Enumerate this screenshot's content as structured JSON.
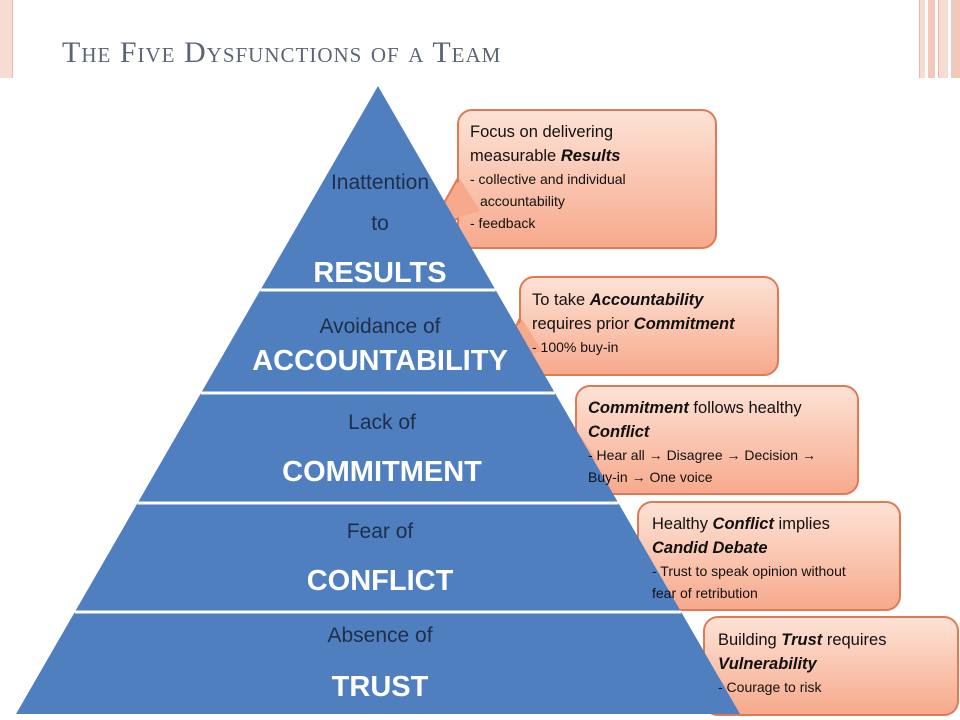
{
  "slide": {
    "title": "The Five Dysfunctions of a Team"
  },
  "colors": {
    "pyramid_fill": "#4f7fbf",
    "pyramid_divider": "#ffffff",
    "callout_fill_top": "#fde3d6",
    "callout_fill_bottom": "#f7a98c",
    "callout_border": "#e07a54",
    "title_color": "#5b6577",
    "deco_light": "#f6dcd2",
    "deco_dark": "#e9b8a6"
  },
  "pyramid": {
    "tiers": [
      {
        "line1": "Inattention",
        "line1b": "to",
        "line2": "RESULTS"
      },
      {
        "line1": "Avoidance of",
        "line2": "ACCOUNTABILITY"
      },
      {
        "line1": "Lack of",
        "line2": "COMMITMENT"
      },
      {
        "line1": "Fear of",
        "line2": "CONFLICT"
      },
      {
        "line1": "Absence of",
        "line2": "TRUST"
      }
    ]
  },
  "callouts": [
    {
      "main": [
        {
          "before": "Focus on  delivering",
          "em": "",
          "after": ""
        },
        {
          "before": "measurable ",
          "em": "Results",
          "after": ""
        }
      ],
      "sub": [
        "- collective and individual",
        "  accountability",
        "- feedback"
      ]
    },
    {
      "main": [
        {
          "before": "To take ",
          "em": "Accountability",
          "after": ""
        },
        {
          "before": "requires prior ",
          "em": "Commitment",
          "after": ""
        }
      ],
      "sub": [
        "- 100% buy-in"
      ]
    },
    {
      "main": [
        {
          "before": "",
          "em": "Commitment",
          "after": " follows healthy"
        },
        {
          "before": "",
          "em": "Conflict",
          "after": ""
        }
      ],
      "sub": [
        "- Hear all  → Disagree → Decision →",
        "Buy-in  → One voice"
      ]
    },
    {
      "main": [
        {
          "before": "Healthy ",
          "em": "Conflict",
          "after": " implies"
        },
        {
          "before": "",
          "em": "Candid Debate",
          "after": ""
        }
      ],
      "sub": [
        "- Trust to speak opinion without",
        "fear of retribution"
      ]
    },
    {
      "main": [
        {
          "before": "Building ",
          "em": "Trust",
          "after": " requires"
        },
        {
          "before": "",
          "em": "Vulnerability",
          "after": ""
        }
      ],
      "sub": [
        "- Courage to risk"
      ]
    }
  ]
}
